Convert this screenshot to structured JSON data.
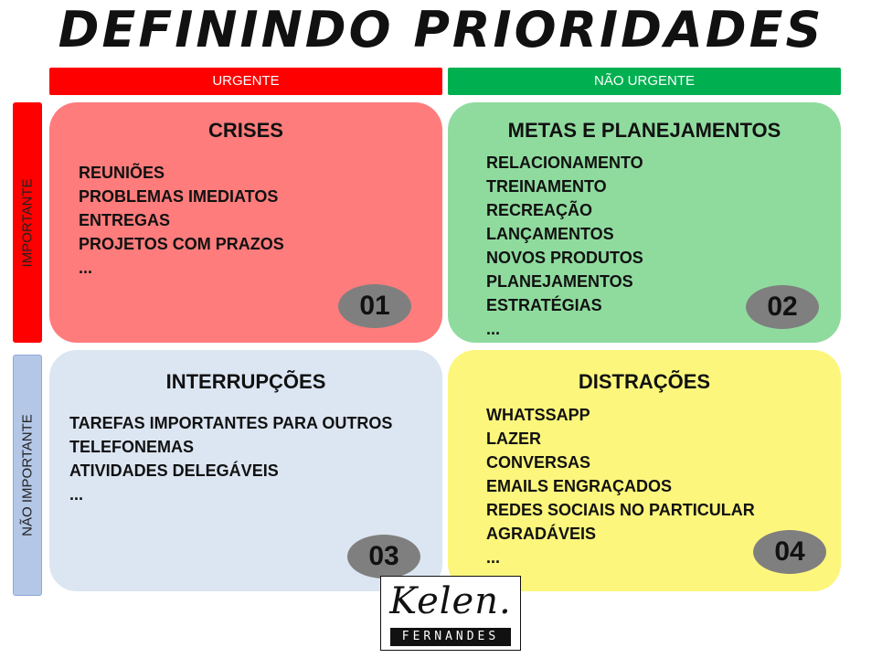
{
  "title": "DEFININDO PRIORIDADES",
  "columns": {
    "urgent": "URGENTE",
    "not_urgent": "NÃO URGENTE"
  },
  "rows": {
    "important": "IMPORTANTE",
    "not_important": "NÃO IMPORTANTE"
  },
  "quadrants": [
    {
      "title": "CRISES",
      "number": "01",
      "color": "#ff7c7c",
      "items": [
        "REUNIÕES",
        "PROBLEMAS IMEDIATOS",
        "ENTREGAS",
        "PROJETOS COM PRAZOS",
        "..."
      ]
    },
    {
      "title": "METAS E PLANEJAMENTOS",
      "number": "02",
      "color": "#8fdb9e",
      "items": [
        "RELACIONAMENTO",
        "TREINAMENTO",
        "RECREAÇÃO",
        "LANÇAMENTOS",
        "NOVOS PRODUTOS",
        "PLANEJAMENTOS",
        "ESTRATÉGIAS",
        "..."
      ]
    },
    {
      "title": "INTERRUPÇÕES",
      "number": "03",
      "color": "#dce6f2",
      "items": [
        "TAREFAS IMPORTANTES PARA OUTROS",
        "TELEFONEMAS",
        "ATIVIDADES DELEGÁVEIS",
        "..."
      ]
    },
    {
      "title": "DISTRAÇÕES",
      "number": "04",
      "color": "#fcf67c",
      "items": [
        "WHATSSAPP",
        "LAZER",
        "CONVERSAS",
        "EMAILS ENGRAÇADOS",
        "REDES SOCIAIS NO PARTICULAR",
        "AGRADÁVEIS",
        "..."
      ]
    }
  ],
  "logo": {
    "script": "Kelen.",
    "band": "FERNANDES"
  }
}
